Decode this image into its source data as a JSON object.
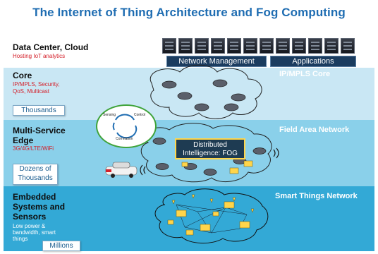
{
  "title": "The Internet of Thing Architecture and Fog Computing",
  "layers": {
    "data_center": {
      "name": "Data Center, Cloud",
      "sub": "Hosting IoT analytics"
    },
    "core": {
      "name": "Core",
      "sub_line1": "IP/MPLS, Security,",
      "sub_line2": "QoS, Multicast",
      "count": "Thousands"
    },
    "edge": {
      "name_line1": "Multi-Service",
      "name_line2": "Edge",
      "sub": "3G/4G/LTE/WiFi",
      "count_line1": "Dozens of",
      "count_line2": "Thousands"
    },
    "embedded": {
      "name_line1": "Embedded",
      "name_line2": "Systems and",
      "name_line3": "Sensors",
      "sub_line1": "Low power &",
      "sub_line2": "bandwidth, smart",
      "sub_line3": "things",
      "count": "Millions"
    }
  },
  "data_center_labels": {
    "network_management": "Network Management",
    "applications": "Applications"
  },
  "network_labels": {
    "core": "IP/MPLS Core",
    "field": "Field Area Network",
    "smart": "Smart Things Network"
  },
  "fog": {
    "line1": "Distributed",
    "line2": "Intelligence: FOG"
  },
  "control_loop": {
    "sensing": "Sensing",
    "control": "Control",
    "correlation": "Correlation"
  },
  "colors": {
    "title": "#1f6db2",
    "core_band": "#c9e7f4",
    "edge_band": "#8ad0ea",
    "embedded_band": "#33a9d6",
    "accent_red": "#d4202a",
    "fog_border": "#ffd54a"
  }
}
